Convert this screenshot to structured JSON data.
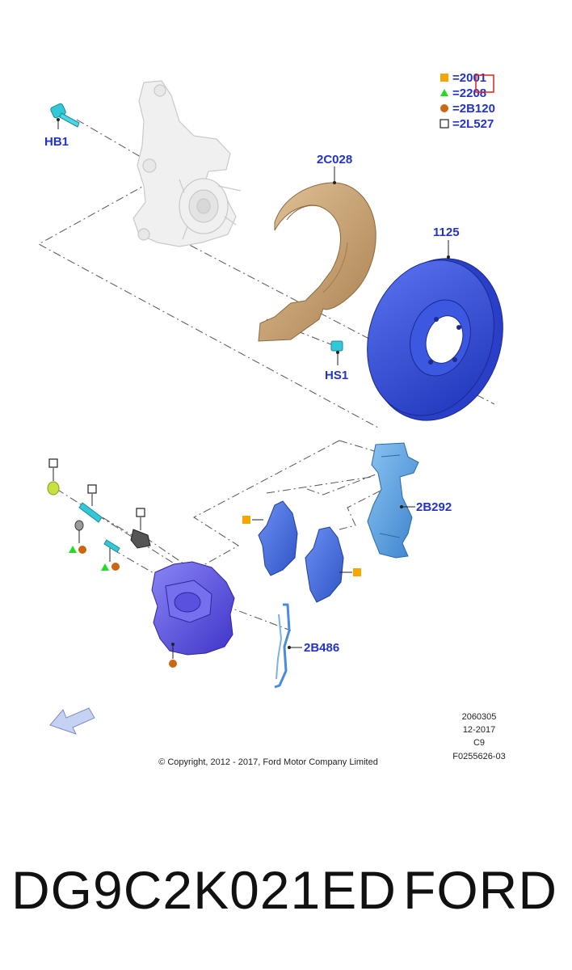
{
  "legend": [
    {
      "symbol": "square",
      "color": "#f5a700",
      "label": "=2001"
    },
    {
      "symbol": "triangle",
      "color": "#22dd22",
      "label": "=2208"
    },
    {
      "symbol": "circle",
      "color": "#cc6611",
      "label": "=2B120"
    },
    {
      "symbol": "open-square",
      "color": "#222222",
      "label": "=2L527"
    }
  ],
  "callouts": {
    "hb1": "HB1",
    "c2c028": "2C028",
    "c1125": "1125",
    "hs1": "HS1",
    "c2b292": "2B292",
    "c2b486": "2B486"
  },
  "meta": {
    "code": "2060305",
    "date": "12-2017",
    "variant": "C9",
    "figure_id": "F0255626-03"
  },
  "copyright": "© Copyright, 2012 - 2017, Ford Motor Company Limited",
  "part_number": "DG9C2K021ED",
  "brand": "FORD",
  "colors": {
    "label_blue": "#2233cc",
    "disc_blue": "#3a55dd",
    "shield_tan": "#c9a070",
    "bracket_blue": "#5aa0e0",
    "bolt_cyan": "#33c8d8",
    "caliper_purple": "#6b62e8",
    "highlight_red": "#e02020"
  }
}
